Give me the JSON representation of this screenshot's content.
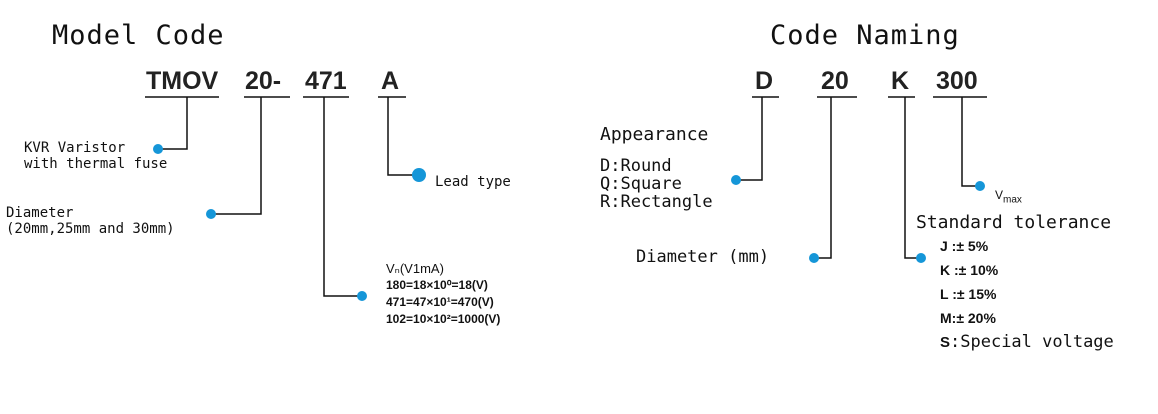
{
  "left": {
    "title": "Model Code",
    "codes": [
      "TMOV",
      "20-",
      "471",
      "A"
    ],
    "kvr": [
      "KVR Varistor",
      "with thermal fuse"
    ],
    "diameter": [
      "Diameter",
      "(20mm,25mm and 30mm)"
    ],
    "lead": "Lead type",
    "vn": {
      "heading": "Vₙ(V1mA)",
      "lines": [
        "180=18×10⁰=18(V)",
        "471=47×10¹=470(V)",
        "102=10×10²=1000(V)"
      ]
    }
  },
  "right": {
    "title": "Code Naming",
    "codes": [
      "D",
      "20",
      "K",
      "300"
    ],
    "appearance": [
      "Appearance",
      "D:Round",
      "Q:Square",
      "R:Rectangle"
    ],
    "diameter": "Diameter (mm)",
    "vmax": "Vmax",
    "tolerance": {
      "heading": "Standard tolerance",
      "items": [
        "J :± 5%",
        "K :± 10%",
        "L :± 15%",
        "M:± 20%"
      ],
      "special_key": "S",
      "special_text": ":Special voltage"
    }
  },
  "colors": {
    "dot": "#1596d8",
    "line": "#111111"
  }
}
